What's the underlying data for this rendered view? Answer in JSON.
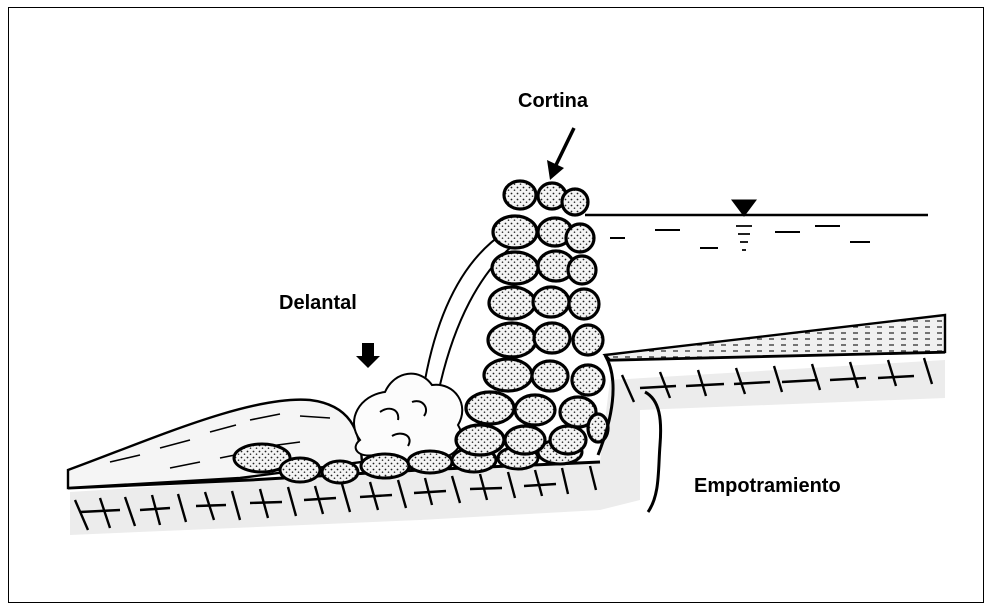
{
  "diagram": {
    "labels": {
      "cortina": "Cortina",
      "delantal": "Delantal",
      "empotramiento": "Empotramiento"
    }
  },
  "colors": {
    "ink": "#000000",
    "background": "#ffffff",
    "stone_fill": "#f7f7f7",
    "ground_shade": "#e8e8e8"
  }
}
